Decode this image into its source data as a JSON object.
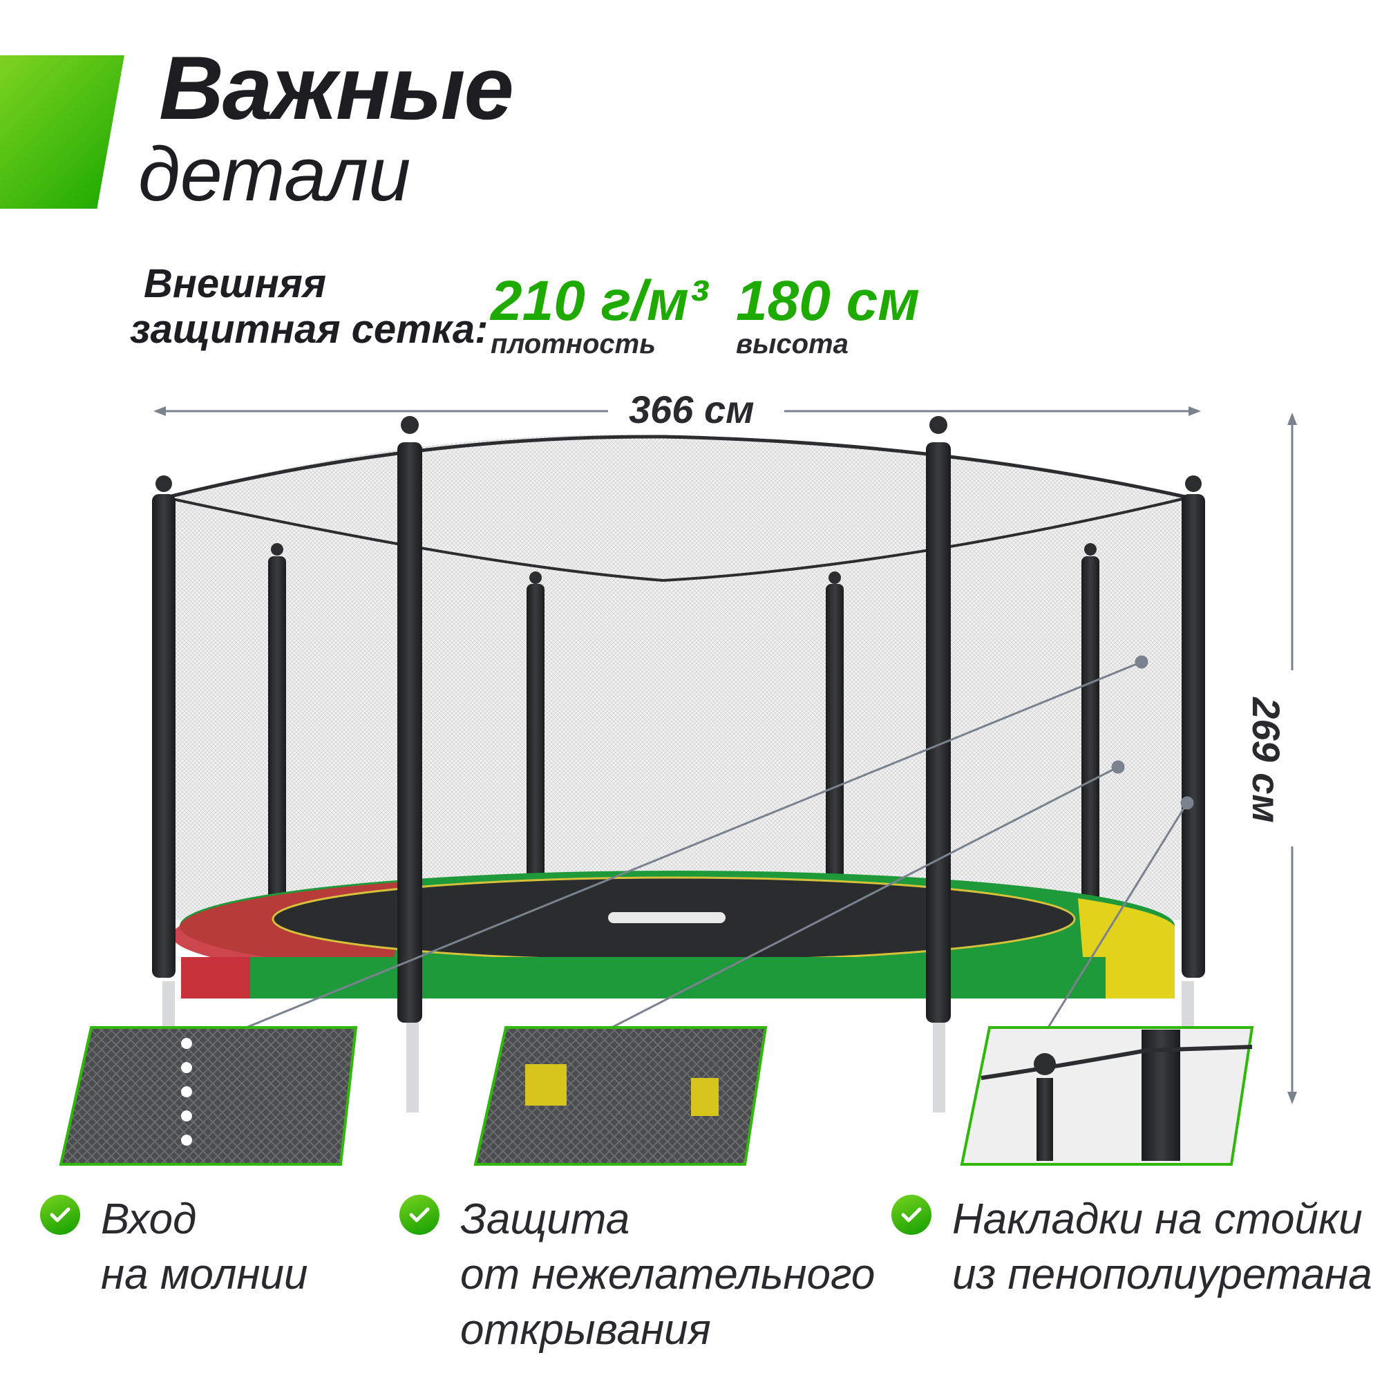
{
  "header": {
    "title_line1": "Важные",
    "title_line2": "детали",
    "accent_color": "#2fb80a"
  },
  "net": {
    "label_line1": "Внешняя",
    "label_line2": "защитная сетка:",
    "density_value": "210 г/м³",
    "density_caption": "плотность",
    "height_value": "180 см",
    "height_caption": "высота"
  },
  "dimensions": {
    "width": "366 см",
    "height": "269 см"
  },
  "features": [
    {
      "text": "Вход\nна молнии",
      "icon": "check-circle-icon"
    },
    {
      "text": "Защита\nот нежелательного\nоткрывания",
      "icon": "check-circle-icon"
    },
    {
      "text": "Накладки на стойки\nиз пенополиуретана",
      "icon": "check-circle-icon"
    }
  ],
  "colors": {
    "green": "#1faa00",
    "text": "#1e1e22",
    "pad_red": "#c8323a",
    "pad_green": "#1f9a3b",
    "pad_yellow": "#e3d21c",
    "pole": "#2b2d2f",
    "net": "#d8d8d8"
  }
}
